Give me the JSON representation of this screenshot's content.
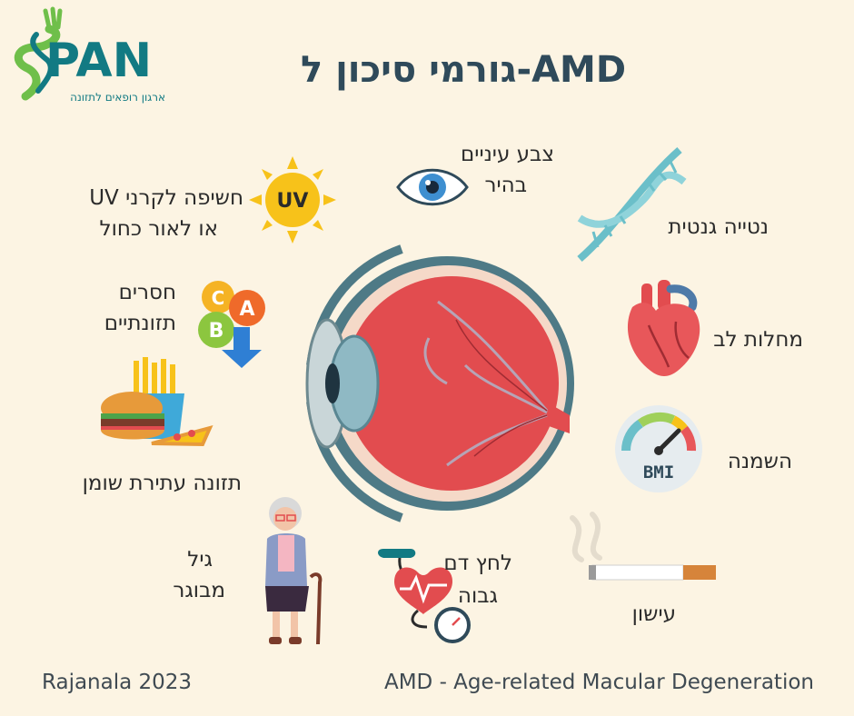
{
  "logo": {
    "name": "PAN",
    "tagline": "ארגון רופאים לתזונה"
  },
  "title": "גורמי סיכון ל-AMD",
  "factors": {
    "uv": {
      "line1": "חשיפה לקרני UV",
      "line2": "או לאור כחול",
      "icon_text": "UV"
    },
    "eye_color": {
      "line1": "צבע עיניים",
      "line2": "בהיר"
    },
    "genetics": {
      "line1": "נטייה גנטית"
    },
    "deficiency": {
      "line1": "חסרים",
      "line2": "תזונתיים",
      "vitamins": [
        "C",
        "A",
        "B"
      ]
    },
    "heart": {
      "line1": "מחלות לב"
    },
    "diet": {
      "line1": "תזונה עתירת שומן"
    },
    "obesity": {
      "line1": "השמנה",
      "icon_text": "BMI"
    },
    "age": {
      "line1": "גיל",
      "line2": "מבוגר"
    },
    "blood_pressure": {
      "line1": "לחץ דם",
      "line2": "גבוה"
    },
    "smoking": {
      "line1": "עישון"
    }
  },
  "footer": {
    "left": "Rajanala 2023",
    "right": "AMD - Age-related Macular Degeneration"
  },
  "colors": {
    "background": "#fcf4e3",
    "title": "#2f4a5a",
    "brand": "#127a83",
    "eye": "#e24c4f",
    "sun": "#f7c21a"
  }
}
